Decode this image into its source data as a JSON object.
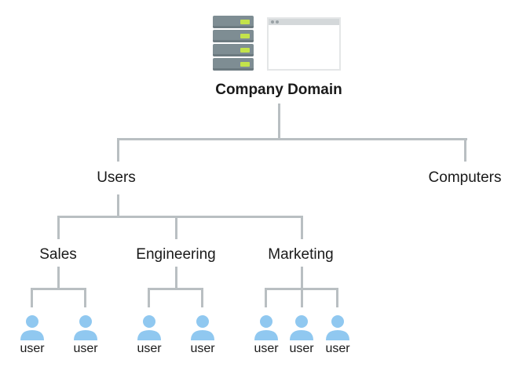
{
  "diagram": {
    "root": {
      "label": "Company Domain",
      "icons": [
        "server-icon",
        "browser-window-icon"
      ]
    },
    "level1": [
      {
        "label": "Users"
      },
      {
        "label": "Computers"
      }
    ],
    "groups": [
      {
        "label": "Sales",
        "users": [
          "user",
          "user"
        ]
      },
      {
        "label": "Engineering",
        "users": [
          "user",
          "user"
        ]
      },
      {
        "label": "Marketing",
        "users": [
          "user",
          "user",
          "user"
        ]
      }
    ],
    "colors": {
      "connector": "#b9bfc2",
      "user_icon": "#90c8f0",
      "server_body": "#7e8d93",
      "server_led": "#c3e34b"
    }
  }
}
